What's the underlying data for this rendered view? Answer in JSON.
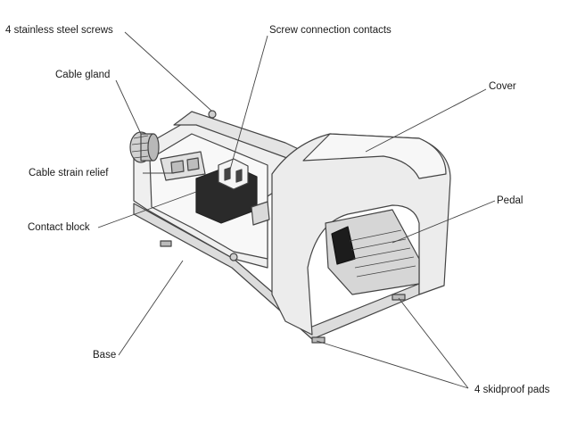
{
  "diagram": {
    "labels": {
      "screws": "4 stainless steel screws",
      "contacts": "Screw connection contacts",
      "gland": "Cable gland",
      "cover": "Cover",
      "strain": "Cable strain relief",
      "pedal": "Pedal",
      "block": "Contact block",
      "base": "Base",
      "pads": "4 skidproof pads"
    },
    "colors": {
      "line": "#444444",
      "fill_light": "#f2f2f2",
      "fill_mid": "#dedede",
      "fill_dark": "#bdbdbd",
      "fill_black": "#1c1c1c"
    }
  }
}
